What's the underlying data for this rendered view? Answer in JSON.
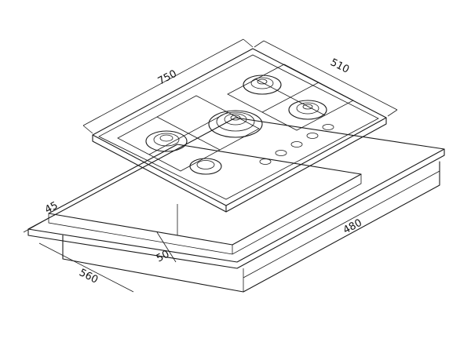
{
  "diagram": {
    "subject": "Built-in gas hob installation drawing (isometric)",
    "burner_count": 5,
    "dimensions": {
      "hob_width": "750",
      "hob_depth": "510",
      "cutout_width": "560",
      "cutout_depth": "480",
      "cutout_front_offset": "50",
      "side_offset": "45"
    },
    "colors": {
      "line": "#1a1a1a",
      "background": "#ffffff"
    }
  }
}
